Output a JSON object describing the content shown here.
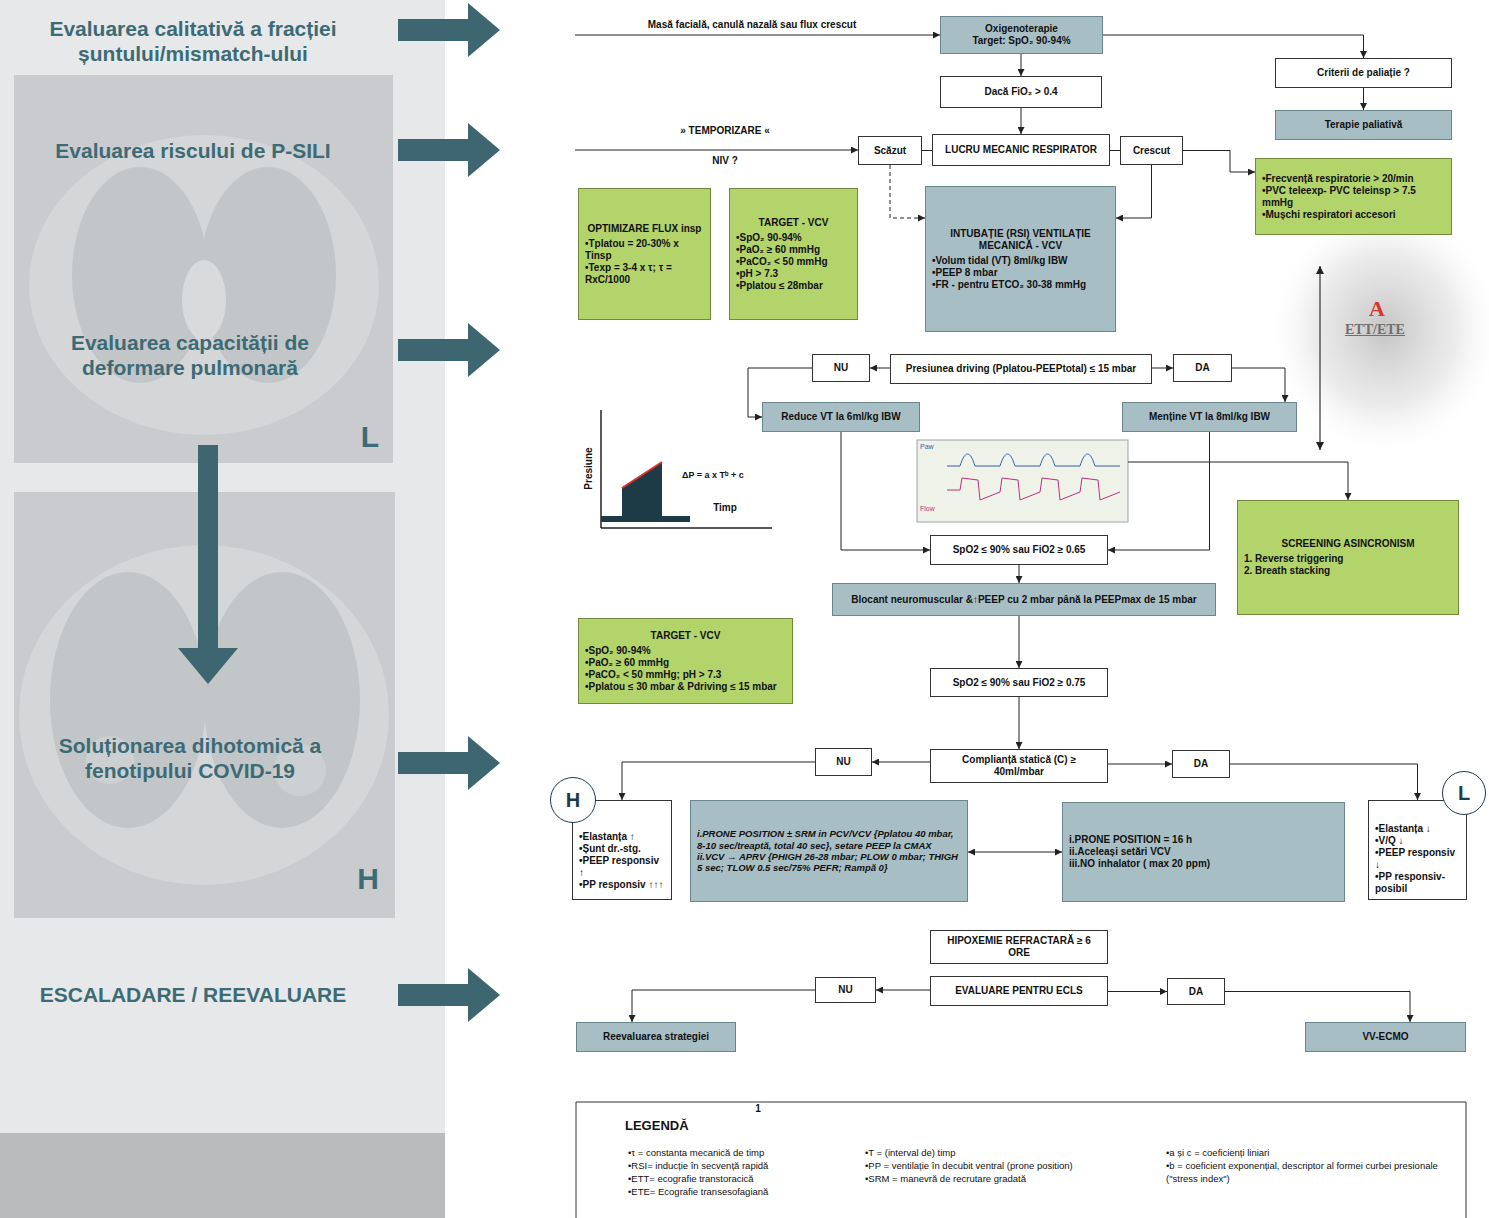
{
  "diagram": {
    "nodes": [
      {
        "text": [
          "Oxigenoterapie",
          "Target: SpO₂ 90-94%"
        ]
      },
      {
        "text": [
          "Criterii de paliație ?"
        ]
      },
      {
        "text": [
          "Dacă FiO₂ > 0.4"
        ]
      },
      {
        "text": [
          "Terapie paliativă"
        ]
      },
      {
        "text": [
          "Scăzut"
        ]
      },
      {
        "text": [
          "LUCRU MECANIC RESPIRATOR"
        ]
      },
      {
        "text": [
          "Crescut"
        ]
      },
      {
        "text": [
          "•Frecvență respiratorie > 20/min",
          "•PVC teleexp- PVC teleinsp > 7.5 mmHg",
          "•Mușchi respiratori accesori"
        ]
      },
      {
        "text": [
          "OPTIMIZARE FLUX insp",
          "•Tplatou = 20-30% x Tinsp",
          "•Texp = 3-4 x τ; τ = RxC/1000"
        ]
      },
      {
        "text": [
          "TARGET - VCV",
          "•SpO₂ 90-94%",
          "•PaO₂ ≥ 60 mmHg",
          "•PaCO₂ < 50 mmHg",
          "•pH > 7.3",
          "•Pplatou ≤ 28mbar"
        ]
      },
      {
        "text": [
          "INTUBAȚIE (RSI) VENTILAȚIE MECANICĂ - VCV",
          "•Volum tidal (VT) 8ml/kg IBW",
          "•PEEP 8 mbar",
          "•FR - pentru ETCO₂ 30-38 mmHg"
        ]
      },
      {
        "text": [
          "NU"
        ]
      },
      {
        "text": [
          "Presiunea driving (Pplatou-PEEPtotal) ≤ 15 mbar"
        ]
      },
      {
        "text": [
          "DA"
        ]
      },
      {
        "text": [
          "Reduce VT la 6ml/kg IBW"
        ]
      },
      {
        "text": [
          "Menține VT la 8ml/kg IBW"
        ]
      },
      {
        "text": [
          "SCREENING ASINCRONISM",
          "1. Reverse triggering",
          "2. Breath stacking"
        ]
      },
      {
        "text": [
          "SpO2 ≤ 90% sau FiO2 ≥ 0.65"
        ]
      },
      {
        "text": [
          "Blocant neuromuscular &↑PEEP cu 2 mbar până la PEEPmax de 15 mbar"
        ]
      },
      {
        "text": [
          "TARGET - VCV",
          "•SpO₂ 90-94%",
          "•PaO₂ ≥ 60 mmHg",
          "•PaCO₂ < 50 mmHg; pH > 7.3",
          "•Pplatou ≤ 30 mbar & Pdriving ≤ 15 mbar"
        ]
      },
      {
        "text": [
          "SpO2 ≤ 90% sau FiO2 ≥ 0.75"
        ]
      },
      {
        "text": [
          "NU"
        ]
      },
      {
        "text": [
          "Complianță statică (C) ≥ 40ml/mbar"
        ]
      },
      {
        "text": [
          "DA"
        ]
      },
      {
        "text": [
          "H"
        ]
      },
      {
        "text": [
          "•Elastanța ↑",
          "•Șunt dr.-stg.",
          "•PEEP responsiv ↑",
          "•PP responsiv ↑↑↑"
        ]
      },
      {
        "text": [
          "i.PRONE POSITION ± SRM in PCV/VCV {Pplatou 40 mbar, 8-10 sec/treaptă, total 40 sec}, setare PEEP la CMAX",
          "ii.VCV → APRV {PHIGH 26-28 mbar; PLOW 0 mbar; THIGH 5 sec; TLOW 0.5 sec/75% PEFR; Rampă 0}"
        ]
      },
      {
        "text": [
          "i.PRONE POSITION = 16 h",
          "ii.Aceleași setări VCV",
          "iii.NO inhalator ( max 20 ppm)"
        ]
      },
      {
        "text": [
          "•Elastanța ↓",
          "•V/Q ↓",
          "•PEEP responsiv ↓",
          "•PP responsiv-posibil"
        ]
      },
      {
        "text": [
          "L"
        ]
      },
      {
        "text": [
          "HIPOXEMIE REFRACTARĂ ≥ 6 ORE"
        ]
      },
      {
        "text": [
          "NU"
        ]
      },
      {
        "text": [
          "EVALUARE PENTRU ECLS"
        ]
      },
      {
        "text": [
          "DA"
        ]
      },
      {
        "text": [
          "Reevaluarea strategiei"
        ]
      },
      {
        "text": [
          "VV-ECMO"
        ]
      }
    ],
    "edges": [
      {
        "from": 0,
        "to": 2,
        "arrow": "to"
      },
      {
        "from": 0,
        "to": 1,
        "arrow": "to"
      },
      {
        "from": 1,
        "to": 3,
        "arrow": "to"
      },
      {
        "from": 2,
        "to": 5,
        "arrow": "to"
      },
      {
        "from": 5,
        "to": 4,
        "arrow": "none"
      },
      {
        "from": 5,
        "to": 6,
        "arrow": "none"
      },
      {
        "from": 4,
        "to": 10,
        "arrow": "to"
      },
      {
        "from": 6,
        "to": 10,
        "arrow": "to"
      },
      {
        "from": 6,
        "to": 7,
        "arrow": "to"
      },
      {
        "from": 12,
        "to": 11,
        "arrow": "to"
      },
      {
        "from": 11,
        "to": 14,
        "arrow": "to"
      },
      {
        "from": 12,
        "to": 13,
        "arrow": "to"
      },
      {
        "from": 13,
        "to": 15,
        "arrow": "to"
      },
      {
        "from": 14,
        "to": 17,
        "arrow": "to"
      },
      {
        "from": 15,
        "to": 17,
        "arrow": "to"
      },
      {
        "from": 17,
        "to": 18,
        "arrow": "to"
      },
      {
        "from": 18,
        "to": 20,
        "arrow": "to"
      },
      {
        "from": 20,
        "to": 22,
        "arrow": "to"
      },
      {
        "from": 22,
        "to": 21,
        "arrow": "to"
      },
      {
        "from": 21,
        "to": 25,
        "arrow": "to"
      },
      {
        "from": 22,
        "to": 23,
        "arrow": "to"
      },
      {
        "from": 23,
        "to": 28,
        "arrow": "to"
      },
      {
        "from": 26,
        "to": 27,
        "arrow": "both"
      },
      {
        "from": 32,
        "to": 31,
        "arrow": "to"
      },
      {
        "from": 31,
        "to": 34,
        "arrow": "to"
      },
      {
        "from": 32,
        "to": 33,
        "arrow": "to"
      },
      {
        "from": 33,
        "to": 35,
        "arrow": "to"
      }
    ],
    "labels": [
      "Evaluarea calitativă a fracției șuntului/mismatch-ului",
      "Evaluarea riscului de P-SILI",
      "Evaluarea capacității de deformare pulmonară",
      "L",
      "Soluționarea dihotomică a fenotipului COVID-19",
      "H",
      "ESCALADARE / REEVALUARE",
      "Masă facială, canulă nazală sau flux crescut",
      "» TEMPORIZARE «",
      "NIV ?",
      "A",
      "ETT/ETE",
      "Presiune",
      "Timp",
      "ΔP = a x Tᵇ + c",
      "Paw",
      "Flow",
      "LEGENDĂ",
      "1"
    ],
    "legend": [
      {
        "text": "•τ = constanta mecanică de timp"
      },
      {
        "text": "•RSI= inducție în secvență rapidă"
      },
      {
        "text": "•ETT= ecografie transtoracică"
      },
      {
        "text": "•ETE= Ecografie transesofagiană"
      },
      {
        "text": "•T = (interval de) timp"
      },
      {
        "text": "•PP = ventilație în decubit ventral (prone position)"
      },
      {
        "text": "•SRM = manevră de recrutare gradată"
      },
      {
        "text": "•a și c = coeficienți liniari"
      },
      {
        "text": "•b = coeficient exponențial, descriptor al formei curbei presionale (\"stress index\")"
      }
    ]
  }
}
